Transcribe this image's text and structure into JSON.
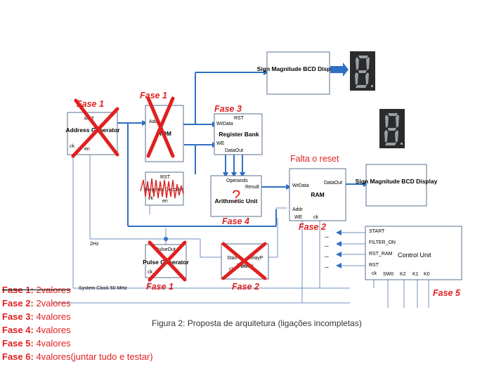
{
  "blocks": {
    "address_generator": {
      "rst": "RST",
      "name": "Address Generator",
      "ck": "ck",
      "en": "en"
    },
    "rom": {
      "addr": "Addr",
      "name": "ROM"
    },
    "register_bank": {
      "rst": "RST",
      "wrdata": "WrData",
      "we": "WE",
      "name": "Register Bank",
      "dataout": "DataOut"
    },
    "register_decoder": {
      "rst": "RST",
      "name": "Register Decoder",
      "ck": "ck",
      "en": "en"
    },
    "arithmetic_unit": {
      "operands": "Operands",
      "result": "Result",
      "name": "Arithmetic Unit",
      "question": "?"
    },
    "ram": {
      "wrdata": "WrData",
      "dataout": "DataOut",
      "name": "RAM",
      "addr": "Addr",
      "we": "WE",
      "ck": "ck"
    },
    "sign_display_top": {
      "name": "Sign Magnitude BCD Display"
    },
    "sign_display_right": {
      "name": "Sign Magnitude BCD Display"
    },
    "pulse_generator": {
      "pulseout": "PulseOut",
      "name": "Pulse Generator",
      "ck": "ck"
    },
    "timer": {
      "start": "Start",
      "delayp": "DelayP",
      "name": "Timer",
      "ck": "ck"
    },
    "control_unit": {
      "start": "START",
      "filter_on": "FILTER_ON",
      "rst_ram": "RST_RAM",
      "rst": "RST",
      "name": "Control Unit",
      "ck": "ck",
      "sw0": "SW0",
      "k2": "K2",
      "k1": "K1",
      "k0": "K0"
    }
  },
  "labels": {
    "hz2": "2Hz",
    "system_clock": "System Clock 50 MHz",
    "dots": "...",
    "falta_reset": "Falta o reset",
    "caption": "Figura 2: Proposta de arquitetura (ligações incompletas)"
  },
  "fases": {
    "address_generator": "Fase 1",
    "rom": "Fase 1",
    "register_bank": "Fase 3",
    "arithmetic_unit": "Fase 4",
    "ram": "Fase 2",
    "pulse_generator": "Fase 1",
    "timer": "Fase 2",
    "control_unit": "Fase 5"
  },
  "legend": [
    {
      "fase": "Fase 1:",
      "text": "2valores",
      "strike": true
    },
    {
      "fase": "Fase 2:",
      "text": "2valores",
      "strike": false
    },
    {
      "fase": "Fase 3:",
      "text": "4valores",
      "strike": false
    },
    {
      "fase": "Fase 4:",
      "text": "4valores",
      "strike": false
    },
    {
      "fase": "Fase 5:",
      "text": "4valores",
      "strike": false
    },
    {
      "fase": "Fase 6:",
      "text": "4valores(juntar tudo e testar)",
      "strike": false
    }
  ],
  "colors": {
    "annotation_red": "#e02020",
    "wire_blue": "#2f6fc4"
  }
}
